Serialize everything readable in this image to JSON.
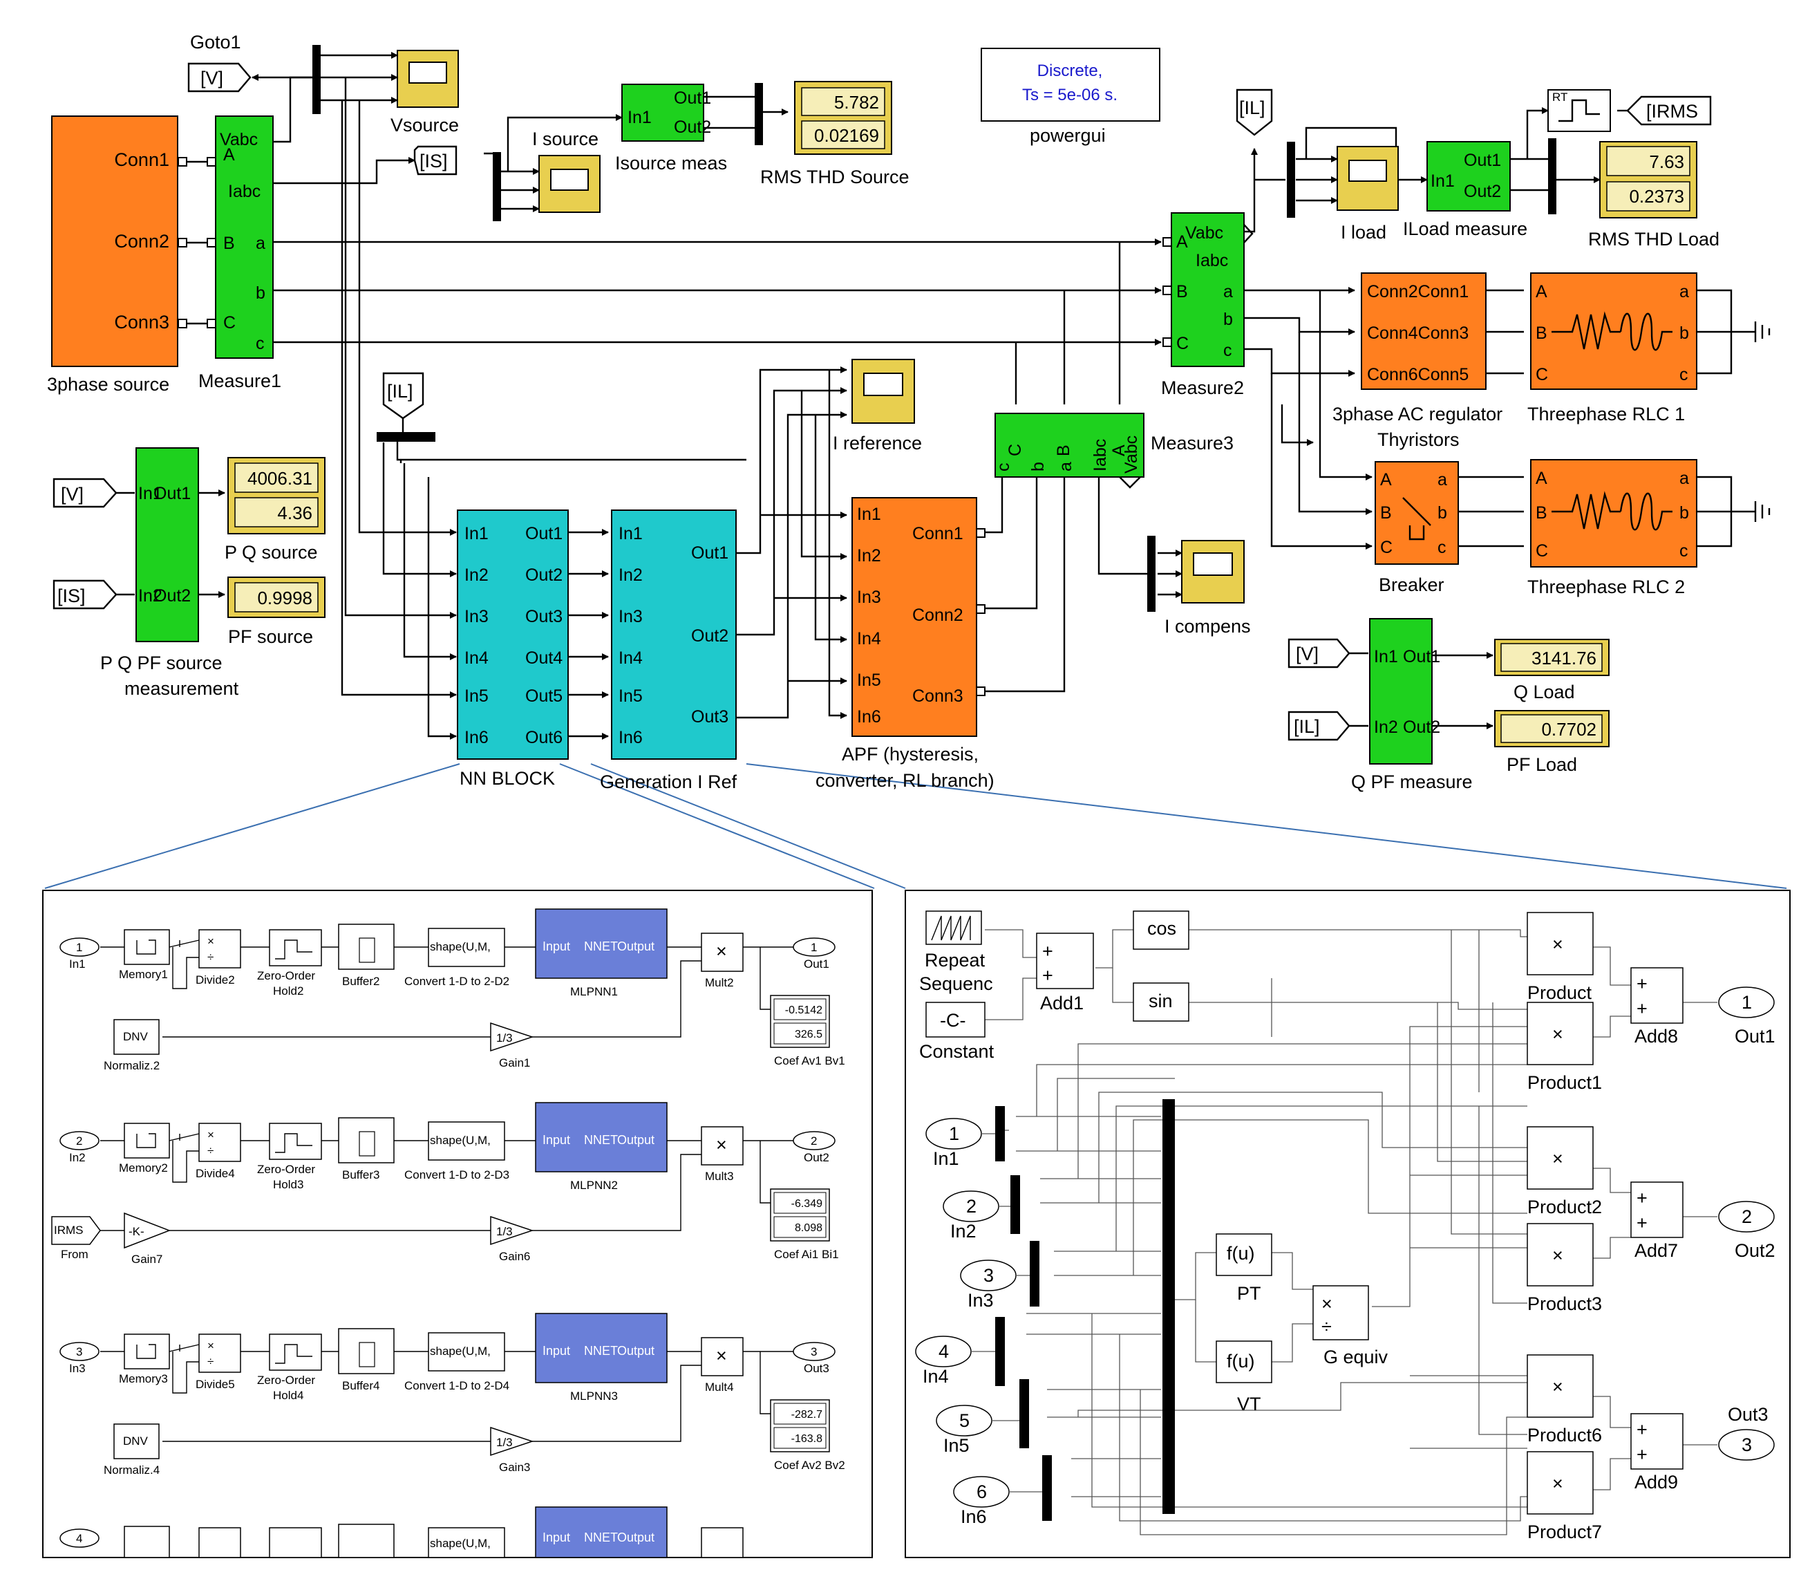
{
  "colors": {
    "orange": "#ff7f1f",
    "green": "#1ed11e",
    "cyan": "#1fc9cc",
    "yellow": "#e8cf4f",
    "nn_blue": "#6a7fd8",
    "powergui_text": "#1a1acc"
  },
  "top": {
    "goto1": "Goto1",
    "tag_V": "[V]",
    "tag_IS": "[IS]",
    "tag_IL": "[IL]",
    "tag_IRMS": "[IRMS",
    "vsource": "Vsource",
    "i_source": "I source",
    "isource_meas": {
      "label": "Isource meas",
      "in1": "In1",
      "out1": "Out1",
      "out2": "Out2"
    },
    "rms_thd_source": {
      "label": "RMS THD Source",
      "v1": "5.782",
      "v2": "0.02169"
    },
    "powergui": {
      "label": "powergui",
      "line1": "Discrete,",
      "line2": "Ts = 5e-06 s."
    },
    "iload": "I load",
    "iload_measure": {
      "label": "ILoad measure",
      "in1": "In1",
      "out1": "Out1",
      "out2": "Out2"
    },
    "rms_thd_load": {
      "label": "RMS THD Load",
      "v1": "7.63",
      "v2": "0.2373"
    },
    "source3": {
      "label": "3phase source",
      "p1": "Conn1",
      "p2": "Conn2",
      "p3": "Conn3"
    },
    "measure1": {
      "label": "Measure1",
      "vabc": "Vabc",
      "iabc": "Iabc",
      "a": "a",
      "b": "b",
      "c": "c",
      "A": "A",
      "B": "B",
      "C": "C"
    },
    "measure2": {
      "label": "Measure2"
    },
    "measure3": {
      "label": "Measure3"
    },
    "ac_regulator": {
      "label1": "3phase AC regulator",
      "label2": "Thyristors",
      "r1": "Conn2Conn1",
      "r2": "Conn4Conn3",
      "r3": "Conn6Conn5"
    },
    "rlc1": "Threephase RLC 1",
    "rlc2": "Threephase RLC 2",
    "breaker": "Breaker",
    "i_reference": "I reference",
    "i_compens": "I compens",
    "pq_source": {
      "label": "P Q source",
      "v1": "4006.31",
      "v2": "4.36"
    },
    "pf_source": {
      "label": "PF source",
      "v1": "0.9998"
    },
    "pq_pf_meas": {
      "label1": "P Q PF source",
      "label2": "measurement",
      "in1": "In1",
      "in2": "In2",
      "out1": "Out1",
      "out2": "Out2"
    },
    "nn_block": {
      "label": "NN BLOCK",
      "in": [
        "In1",
        "In2",
        "In3",
        "In4",
        "In5",
        "In6"
      ],
      "out": [
        "Out1",
        "Out2",
        "Out3",
        "Out4",
        "Out5",
        "Out6"
      ]
    },
    "gen_iref": {
      "label": "Generation I Ref",
      "out": [
        "Out1",
        "Out2",
        "Out3"
      ]
    },
    "apf": {
      "label1": "APF (hysteresis,",
      "label2": "converter, RL branch)",
      "conn": [
        "Conn1",
        "Conn2",
        "Conn3"
      ]
    },
    "q_load": {
      "label": "Q Load",
      "v1": "3141.76"
    },
    "pf_load": {
      "label": "PF Load",
      "v1": "0.7702"
    },
    "qpf_measure": "Q PF measure"
  },
  "left_panel": {
    "rows": [
      {
        "in_num": "1",
        "in_label": "In1",
        "mem": "Memory1",
        "div": "Divide2",
        "zoh1": "Zero-Order",
        "zoh2": "Hold2",
        "buf": "Buffer2",
        "conv": "Convert 1-D to 2-D2",
        "reshape": "shape(U,M,",
        "nn_in": "Input",
        "nn_name": "NNET",
        "nn_out": "Output",
        "mlp": "MLPNN1",
        "mult": "Mult2",
        "out_num": "1",
        "out_label": "Out1",
        "src": "DNV",
        "src_label": "Normaliz.2",
        "gain": "1/3",
        "gain_label": "Gain1",
        "coef1": "-0.5142",
        "coef2": "326.5",
        "coef_label": "Coef Av1 Bv1"
      },
      {
        "in_num": "2",
        "in_label": "In2",
        "mem": "Memory2",
        "div": "Divide4",
        "zoh1": "Zero-Order",
        "zoh2": "Hold3",
        "buf": "Buffer3",
        "conv": "Convert 1-D to 2-D3",
        "reshape": "shape(U,M,",
        "nn_in": "Input",
        "nn_name": "NNET",
        "nn_out": "Output",
        "mlp": "MLPNN2",
        "mult": "Mult3",
        "out_num": "2",
        "out_label": "Out2",
        "src": "IRMS",
        "src_label": "From",
        "k": "-K-",
        "k_label": "Gain7",
        "gain": "1/3",
        "gain_label": "Gain6",
        "coef1": "-6.349",
        "coef2": "8.098",
        "coef_label": "Coef Ai1 Bi1"
      },
      {
        "in_num": "3",
        "in_label": "In3",
        "mem": "Memory3",
        "div": "Divide5",
        "zoh1": "Zero-Order",
        "zoh2": "Hold4",
        "buf": "Buffer4",
        "conv": "Convert 1-D to 2-D4",
        "reshape": "shape(U,M,",
        "nn_in": "Input",
        "nn_name": "NNET",
        "nn_out": "Output",
        "mlp": "MLPNN3",
        "mult": "Mult4",
        "out_num": "3",
        "out_label": "Out3",
        "src": "DNV",
        "src_label": "Normaliz.4",
        "gain": "1/3",
        "gain_label": "Gain3",
        "coef1": "-282.7",
        "coef2": "-163.8",
        "coef_label": "Coef Av2 Bv2"
      }
    ],
    "row4": {
      "in_num": "4",
      "reshape": "shape(U,M,",
      "nn_in": "Input",
      "nn_name": "NNET",
      "nn_out": "Output"
    }
  },
  "right_panel": {
    "repeat1": "Repeat",
    "repeat2": "Sequenc",
    "constant": "-C-",
    "constant_label": "Constant",
    "add1": "Add1",
    "cos": "cos",
    "sin": "sin",
    "inputs": [
      {
        "n": "1",
        "l": "In1"
      },
      {
        "n": "2",
        "l": "In2"
      },
      {
        "n": "3",
        "l": "In3"
      },
      {
        "n": "4",
        "l": "In4"
      },
      {
        "n": "5",
        "l": "In5"
      },
      {
        "n": "6",
        "l": "In6"
      }
    ],
    "fu": "f(u)",
    "pt": "PT",
    "vt": "VT",
    "g_equiv": "G equiv",
    "products": [
      "Product",
      "Product1",
      "Product2",
      "Product3",
      "Product6",
      "Product7"
    ],
    "adds": [
      "Add8",
      "Add7",
      "Add9"
    ],
    "outs": [
      {
        "n": "1",
        "l": "Out1"
      },
      {
        "n": "2",
        "l": "Out2"
      },
      {
        "n": "3",
        "l": "Out3"
      }
    ]
  }
}
